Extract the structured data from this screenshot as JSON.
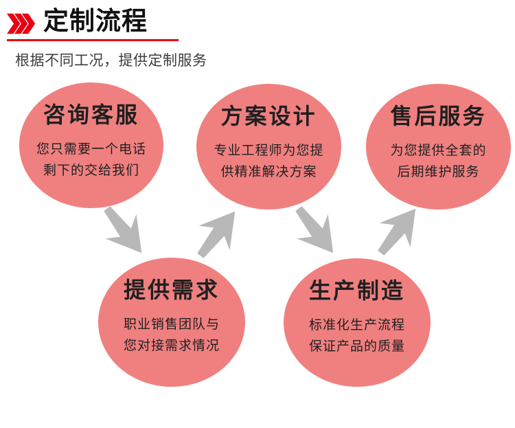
{
  "header": {
    "title": "定制流程",
    "subtitle": "根据不同工况，提供定制服务",
    "icon": "triple-chevron-right"
  },
  "steps": [
    {
      "title": "咨询客服",
      "desc_line1": "您只需要一个电话",
      "desc_line2": "剩下的交给我们"
    },
    {
      "title": "方案设计",
      "desc_line1": "专业工程师为您提",
      "desc_line2": "供精准解决方案"
    },
    {
      "title": "售后服务",
      "desc_line1": "为您提供全套的",
      "desc_line2": "后期维护服务"
    },
    {
      "title": "提供需求",
      "desc_line1": "职业销售团队与",
      "desc_line2": "您对接需求情况"
    },
    {
      "title": "生产制造",
      "desc_line1": "标准化生产流程",
      "desc_line2": "保证产品的质量"
    }
  ],
  "flow": [
    "咨询客服",
    "提供需求",
    "方案设计",
    "生产制造",
    "售后服务"
  ],
  "colors": {
    "accent_red": "#e60012",
    "title_text": "#111111",
    "subtitle_text": "#3d3d3d",
    "circle_fill": "#f08080",
    "circle_text": "#1f1f1f",
    "arrow_gray": "#b8b8b8",
    "background": "#ffffff"
  }
}
